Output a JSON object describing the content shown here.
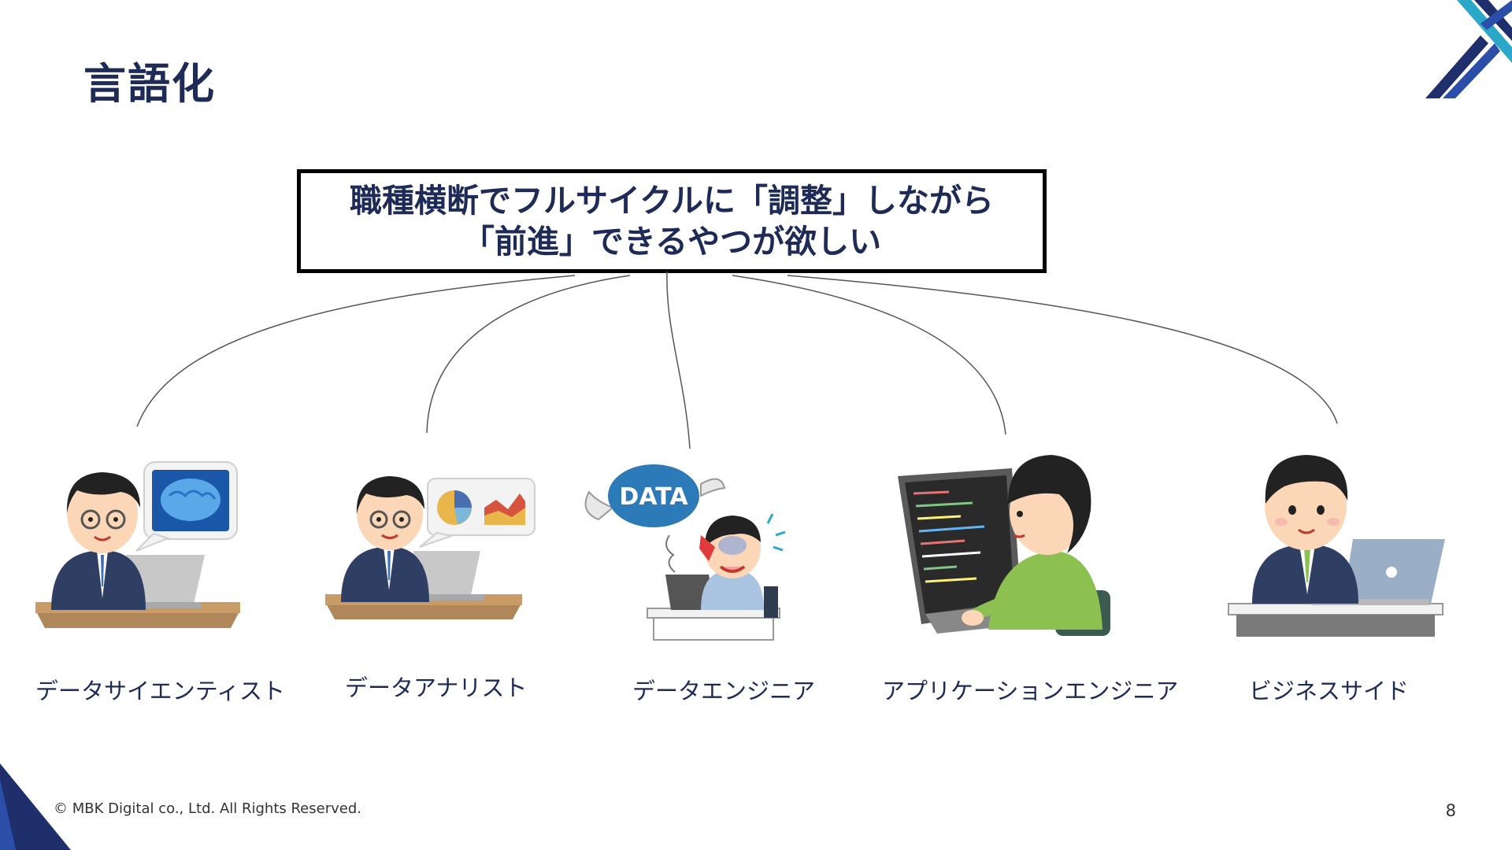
{
  "slide": {
    "title": "言語化",
    "message_line1": "職種横断でフルサイクルに「調整」しながら",
    "message_line2": "「前進」できるやつが欲しい",
    "page_number": "8"
  },
  "roles": [
    {
      "label": "データサイエンティスト",
      "illustration": "scientist-with-brain-monitor"
    },
    {
      "label": "データアナリスト",
      "illustration": "analyst-with-charts"
    },
    {
      "label": "データエンジニア",
      "illustration": "stressed-engineer-with-data-bubble"
    },
    {
      "label": "アプリケーションエンジニア",
      "illustration": "developer-with-code-screen"
    },
    {
      "label": "ビジネスサイド",
      "illustration": "business-person-with-laptop"
    }
  ],
  "illustration_text": {
    "data_bubble": "DATA"
  },
  "footer": {
    "copyright": "© MBK Digital co., Ltd. All Rights Reserved."
  },
  "colors": {
    "title": "#1f2b57",
    "accent_dark": "#1e2f6b",
    "accent_teal": "#2aa7c9",
    "accent_blue": "#2b4fa8"
  }
}
